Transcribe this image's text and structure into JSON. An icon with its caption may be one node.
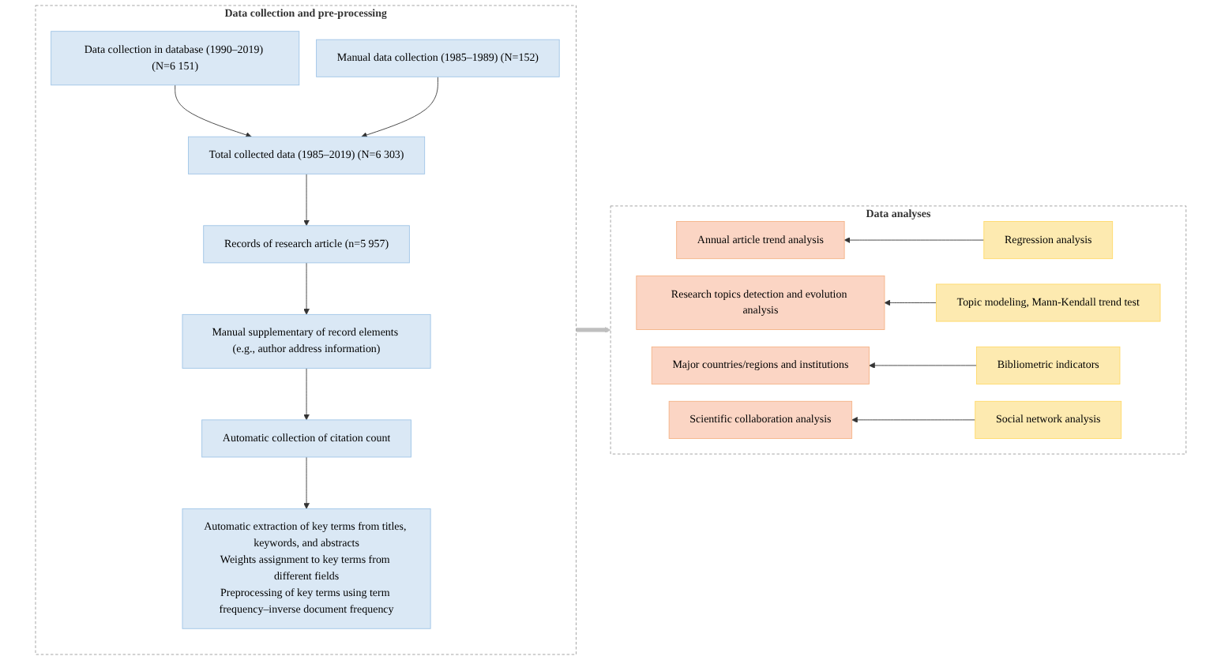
{
  "diagram": {
    "nodes": [
      {
        "text": [
          "Data collection and pre-processing"
        ]
      },
      {
        "text": [
          "Data collection in database (1990–2019) (N=6 151)"
        ],
        "in": 0
      },
      {
        "text": [
          "Manual data collection (1985–1989) (N=152)"
        ],
        "in": 0
      },
      {
        "text": [
          "Total collected data (1985–2019) (N=6 303)"
        ],
        "in": 0
      },
      {
        "text": [
          "Records of research article (n=5 957)"
        ],
        "in": 0
      },
      {
        "text": [
          "Manual supplementary of record elements (e.g., author address information)"
        ],
        "in": 0
      },
      {
        "text": [
          "Automatic collection of citation count"
        ],
        "in": 0
      },
      {
        "text": [
          "Automatic extraction of key terms from titles, keywords, and abstracts",
          "Weights assignment to key terms from different fields",
          "Preprocessing of key terms using term frequency–inverse document frequency"
        ],
        "in": 0
      },
      {
        "text": [
          "Data analyses"
        ]
      },
      {
        "text": [
          "Annual article trend analysis"
        ],
        "in": 8
      },
      {
        "text": [
          "Regression analysis"
        ],
        "in": 8
      },
      {
        "text": [
          "Research topics detection and evolution analysis"
        ],
        "in": 8
      },
      {
        "text": [
          "Topic modeling, Mann-Kendall trend test"
        ],
        "in": 8
      },
      {
        "text": [
          "Major countries/regions and institutions"
        ],
        "in": 8
      },
      {
        "text": [
          "Bibliometric indicators"
        ],
        "in": 8
      },
      {
        "text": [
          "Scientific collaboration analysis"
        ],
        "in": 8
      },
      {
        "text": [
          "Social network analysis"
        ],
        "in": 8
      }
    ],
    "edges": [
      {
        "from": 1,
        "to": 3,
        "arrow": "to"
      },
      {
        "from": 2,
        "to": 3,
        "arrow": "to"
      },
      {
        "from": 3,
        "to": 4,
        "arrow": "to"
      },
      {
        "from": 4,
        "to": 5,
        "arrow": "to"
      },
      {
        "from": 5,
        "to": 6,
        "arrow": "to"
      },
      {
        "from": 6,
        "to": 7,
        "arrow": "to"
      },
      {
        "from": 0,
        "to": 8,
        "arrow": "to",
        "style": "thick",
        "color": "#bfbfbf"
      },
      {
        "from": 10,
        "to": 9,
        "arrow": "to"
      },
      {
        "from": 12,
        "to": 11,
        "arrow": "to"
      },
      {
        "from": 14,
        "to": 13,
        "arrow": "to"
      },
      {
        "from": 16,
        "to": 15,
        "arrow": "to"
      }
    ]
  }
}
